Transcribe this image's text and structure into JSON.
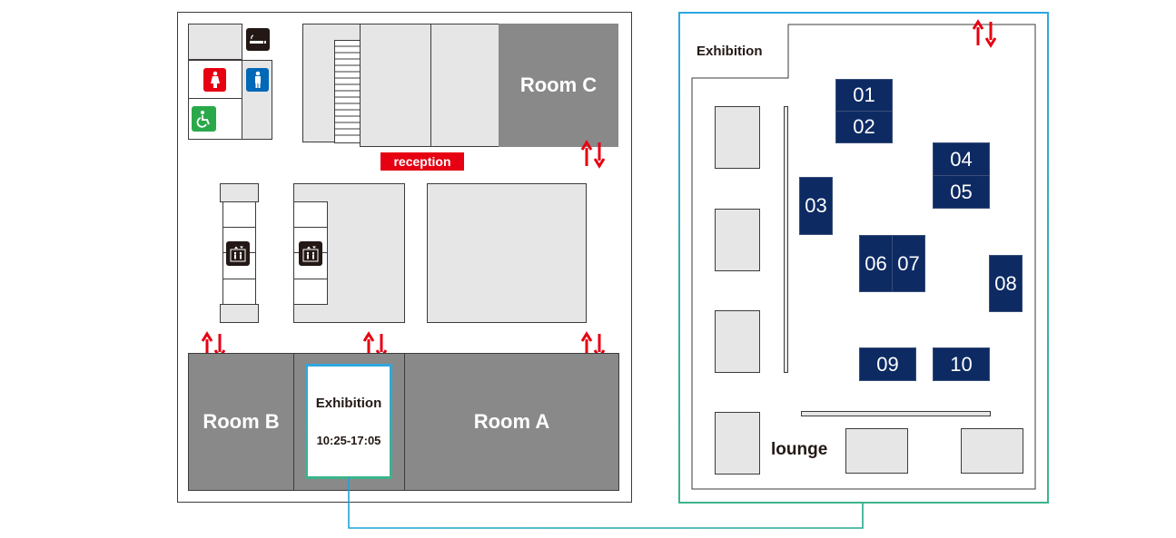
{
  "left_floor": {
    "rooms": {
      "room_c": "Room C",
      "room_b": "Room B",
      "room_a": "Room A"
    },
    "reception_label": "reception",
    "exhibition_panel": {
      "title": "Exhibition",
      "hours": "10:25-17:05"
    }
  },
  "right_floor": {
    "title": "Exhibition",
    "lounge_label": "lounge",
    "booths": [
      "01",
      "02",
      "03",
      "04",
      "05",
      "06",
      "07",
      "08",
      "09",
      "10"
    ]
  },
  "icons": {
    "restroom_women": "restroom-women-icon",
    "restroom_men": "restroom-men-icon",
    "accessible": "wheelchair-accessible-icon",
    "smoking": "smoking-area-icon",
    "elevator": "elevator-icon",
    "stairs_updown": "up-down-arrows-icon"
  },
  "colors": {
    "dark_room": "#898989",
    "booth": "#0d2a63",
    "reception": "#e60012",
    "arrows": "#e60012",
    "highlight_border": "#2ea7e0",
    "connector_line": "#1aa7c8",
    "women": "#e60012",
    "men": "#0068b7",
    "accessible": "#2aa94a"
  }
}
